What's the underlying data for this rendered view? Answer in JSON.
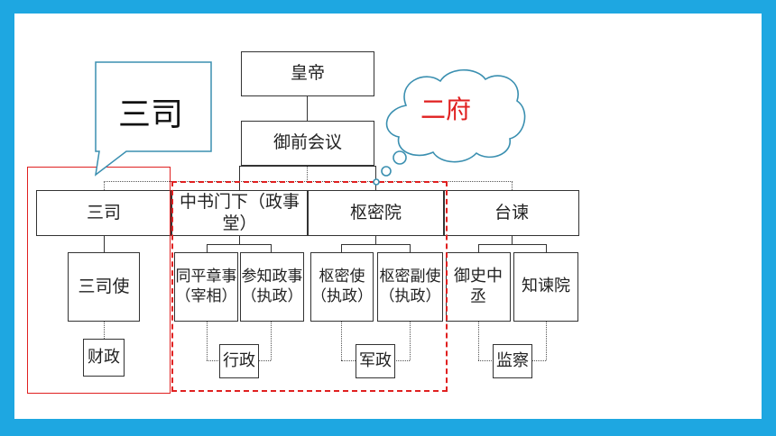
{
  "diagram": {
    "emperor": "皇帝",
    "council": "御前会议",
    "sansi": "三司",
    "zhongshu": "中书门下（政事堂）",
    "shumi": "枢密院",
    "taijian": "台谏",
    "sansi_shi": "三司使",
    "tongping_1": "同平章事",
    "tongping_2": "（宰相）",
    "canzhi_1": "参知政事",
    "canzhi_2": "（执政）",
    "shumishi_1": "枢密使",
    "shumishi_2": "（执政）",
    "shumifushi_1": "枢密副使",
    "shumifushi_2": "（执政）",
    "yushi": "御史中丞",
    "zhijian": "知谏院",
    "caizheng": "财政",
    "xingzheng": "行政",
    "junzheng": "军政",
    "jiancha": "监察"
  },
  "callouts": {
    "sansi_label": "三司",
    "erfu_label": "二府"
  },
  "colors": {
    "frame": "#1ea7e1",
    "highlight": "#e02020",
    "callout_border": "#3a8fb0"
  }
}
